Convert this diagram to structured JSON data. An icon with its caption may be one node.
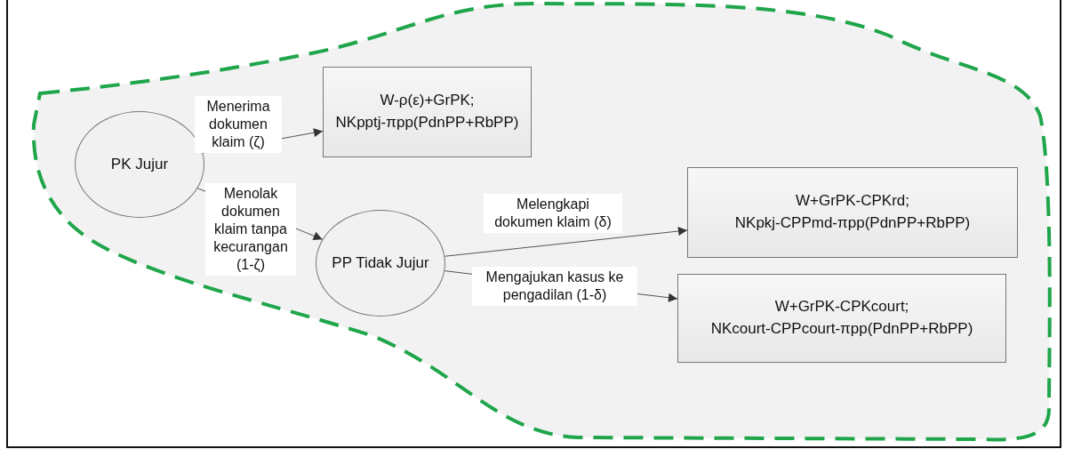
{
  "diagram": {
    "nodes": [
      {
        "text": [],
        "shape": "cloud"
      },
      {
        "text": [
          "PK Jujur"
        ],
        "in": 0
      },
      {
        "text": [
          "W-ρ(ε)+GrPK; NKpptj-πpp(PdnPP+RbPP)"
        ],
        "in": 0
      },
      {
        "text": [
          "PP Tidak Jujur"
        ],
        "in": 0
      },
      {
        "text": [
          "W+GrPK-CPKrd; NKpkj-CPPmd-πpp(PdnPP+RbPP)"
        ],
        "in": 0
      },
      {
        "text": [
          "W+GrPK-CPKcourt; NKcourt-CPPcourt-πpp(PdnPP+RbPP)"
        ],
        "in": 0
      }
    ],
    "edges": [
      {
        "from": 1,
        "to": 2,
        "arrow": "to",
        "label": "Menerima dokumen klaim (ζ)"
      },
      {
        "from": 1,
        "to": 3,
        "arrow": "to",
        "label": "Menolak dokumen klaim tanpa kecurangan (1-ζ)"
      },
      {
        "from": 3,
        "to": 4,
        "arrow": "to",
        "label": "Melengkapi dokumen klaim (δ)"
      },
      {
        "from": 3,
        "to": 5,
        "arrow": "to",
        "label": "Mengajukan kasus ke pengadilan (1-δ)"
      }
    ]
  }
}
